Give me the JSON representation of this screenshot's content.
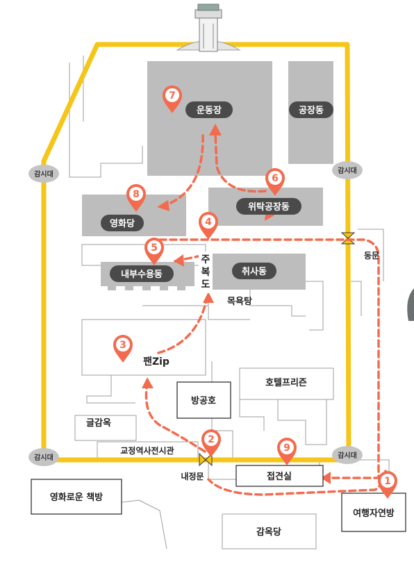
{
  "colors": {
    "wall": "#F5C518",
    "building": "#BDBDBD",
    "pill": "#4A4A4A",
    "route": "#F26B4E",
    "marker": "#F26B4E",
    "outline": "#9E9E9E",
    "guard": "#C4C4C4"
  },
  "buildings": {
    "exercise_yard": "운동장",
    "factory": "공장동",
    "consigned_factory": "위탁공장동",
    "cinema": "영화당",
    "internal_ward": "내부수용동",
    "kitchen": "취사동",
    "bathhouse": "목욕탕",
    "panzip": "팬Zip",
    "shelter": "방공호",
    "hotel_prison": "호텔프리즌",
    "writing_cell": "글감옥",
    "museum": "교정역사전시관",
    "visiting_room": "접견실",
    "book_room": "영화로운 책방",
    "travel_room": "여행자연방",
    "prison_hall": "감옥당"
  },
  "labels": {
    "main_corridor": [
      "주",
      "복",
      "도"
    ],
    "east_gate": "동문",
    "inner_gate": "내정문",
    "guard_post": "감시대"
  },
  "markers": [
    "1",
    "2",
    "3",
    "4",
    "5",
    "6",
    "7",
    "8",
    "9"
  ]
}
